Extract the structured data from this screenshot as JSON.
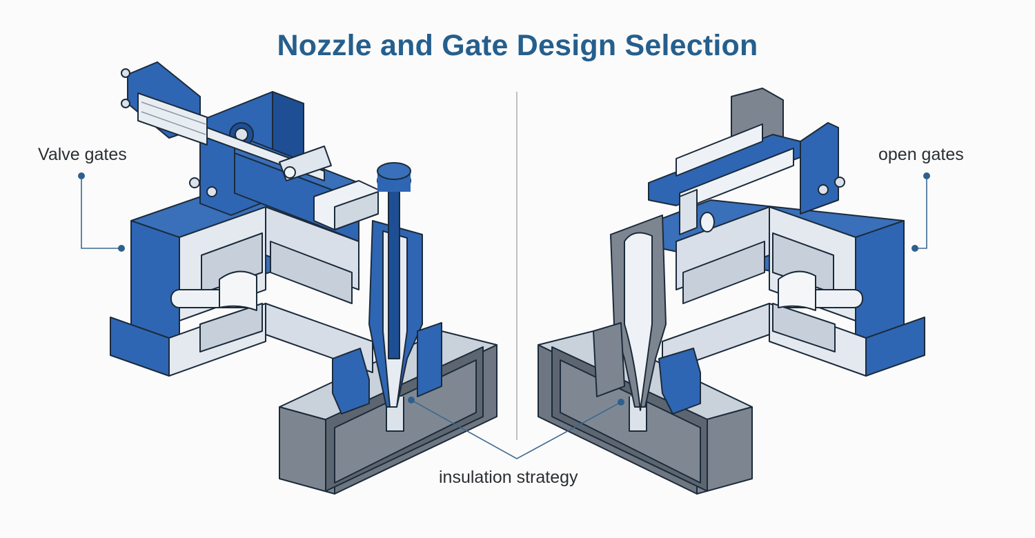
{
  "title": "Nozzle and Gate Design Selection",
  "labels": {
    "valve_gates": "Valve gates",
    "open_gates": "open gates",
    "insulation_strategy": "insulation strategy"
  },
  "colors": {
    "title": "#255f8d",
    "blue_face": "#2f66b3",
    "blue_dark": "#1e4f94",
    "grey_face": "#7d8690",
    "grey_dark": "#5d6670",
    "light_face": "#dde4ec",
    "leader": "#3d6890"
  }
}
